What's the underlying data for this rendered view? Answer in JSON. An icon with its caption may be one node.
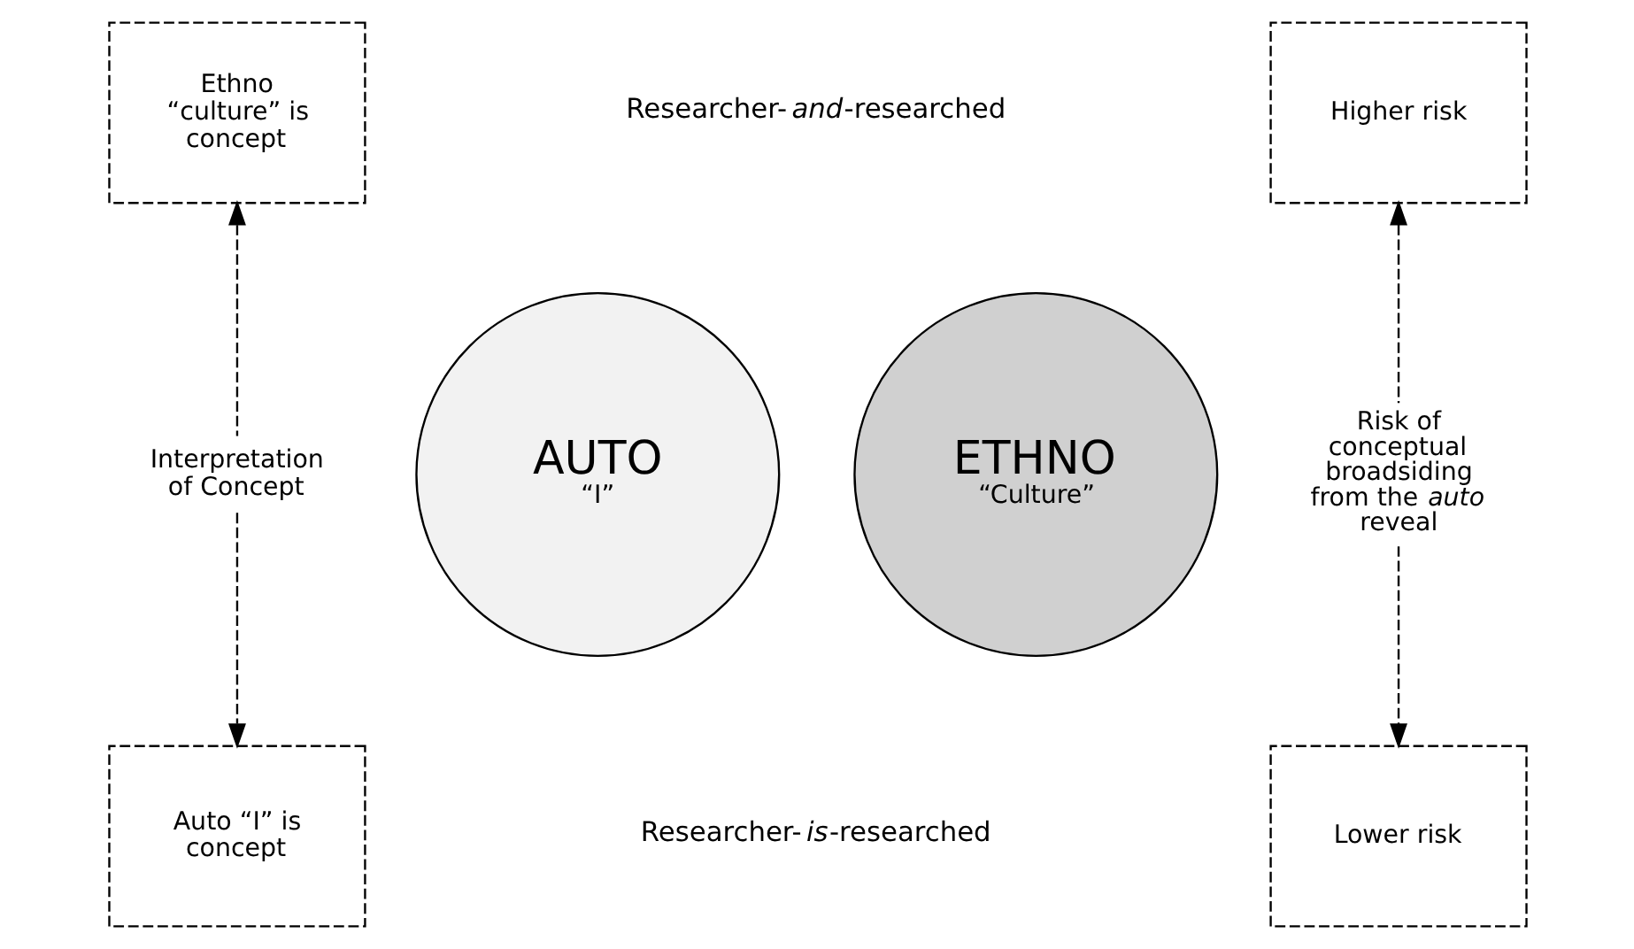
{
  "diagram": {
    "nodes": [
      {
        "text": [
          "Ethno “culture” is concept"
        ]
      },
      {
        "text": [
          "Higher risk"
        ]
      },
      {
        "text": [
          "AUTO",
          "“I”"
        ]
      },
      {
        "text": [
          "ETHNO",
          "“Culture”"
        ]
      },
      {
        "text": [
          "Interpretation of Concept"
        ]
      },
      {
        "text": [
          "Risk of conceptual broadsiding from the *auto* reveal"
        ]
      },
      {
        "text": [
          "Auto “I” is concept"
        ]
      },
      {
        "text": [
          "Lower risk"
        ]
      }
    ],
    "edges": [
      {
        "from": 4,
        "to": 0,
        "arrow": "to",
        "style": "dashed"
      },
      {
        "from": 4,
        "to": 6,
        "arrow": "to",
        "style": "dashed"
      },
      {
        "from": 5,
        "to": 1,
        "arrow": "to",
        "style": "dashed"
      },
      {
        "from": 5,
        "to": 7,
        "arrow": "to",
        "style": "dashed"
      }
    ],
    "labels": [
      "Researcher-*and*-researched",
      "Researcher-*is*-researched"
    ]
  }
}
